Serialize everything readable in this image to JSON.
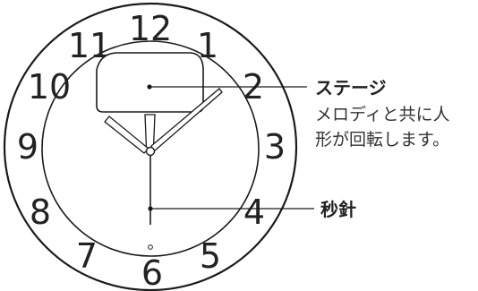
{
  "clock": {
    "numerals": [
      "12",
      "1",
      "2",
      "3",
      "4",
      "5",
      "6",
      "7",
      "8",
      "9",
      "10",
      "11"
    ]
  },
  "callouts": {
    "stage": {
      "title": "ステージ",
      "description_line1": "メロディと共に人",
      "description_line2": "形が回転します。"
    },
    "second_hand": {
      "title": "秒針"
    }
  }
}
